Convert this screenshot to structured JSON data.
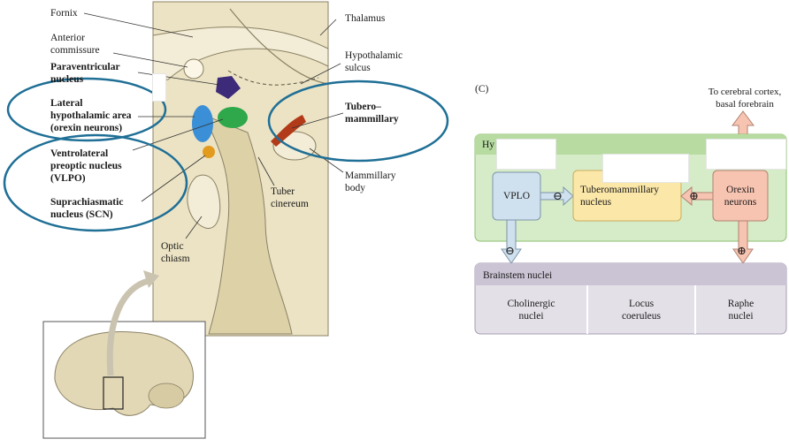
{
  "anatomy": {
    "labels": {
      "fornix": "Fornix",
      "anterior_commissure": "Anterior\ncommissure",
      "paraventricular": "Paraventricular\nnucleus",
      "lateral_hypothalamic": "Lateral\nhypothalamic area\n(orexin neurons)",
      "vlpo": "Ventrolateral\npreoptic nucleus\n(VLPO)",
      "scn": "Suprachiasmatic\nnucleus (SCN)",
      "optic_chiasm": "Optic\nchiasm",
      "thalamus": "Thalamus",
      "hypothalamic_sulcus": "Hypothalamic\nsulcus",
      "tuberomammillary": "Tubero–\nmammillary",
      "mammillary_body": "Mammillary\nbody",
      "tuber_cinereum": "Tuber\ncinereum"
    },
    "colors": {
      "tissue": "#ece3c4",
      "outline": "#8a8164",
      "orexin": "#3a8fd6",
      "vlpo": "#2ea84a",
      "paraventricular": "#3d2a78",
      "scn": "#e39b1e",
      "tuberomammillary": "#b23a18",
      "ellipse": "#1f6f96"
    }
  },
  "flow": {
    "panel_label": "(C)",
    "top_note": "To cerebral cortex,\nbasal forebrain",
    "hypothalamus_header": "Hy",
    "vplo": "VPLO",
    "tuberomammillary": "Tuberomammillary\nnucleus",
    "orexin": "Orexin\nneurons",
    "brainstem_header": "Brainstem nuclei",
    "brainstem_nuclei": [
      "Cholinergic\nnuclei",
      "Locus\ncoeruleus",
      "Raphe\nnuclei"
    ],
    "signs": {
      "minus": "⊖",
      "plus": "⊕"
    },
    "colors": {
      "hypothalamus_fill": "#d6ecc8",
      "hypothalamus_header": "#b7dba0",
      "hypothalamus_border": "#8fbf70",
      "vplo_fill": "#cfe0ee",
      "tmn_fill": "#fbe7a8",
      "orexin_fill": "#f8c4b2",
      "brainstem_fill": "#e4e0e8",
      "brainstem_header": "#cbc4d4",
      "brainstem_border": "#a59cb0"
    }
  }
}
